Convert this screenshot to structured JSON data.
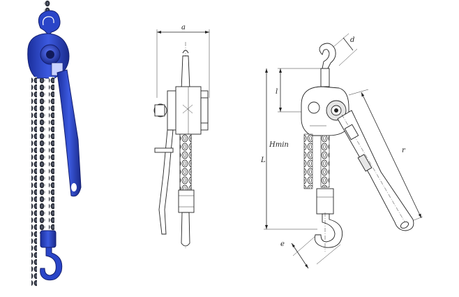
{
  "dimensions": {
    "a": "a",
    "d": "d",
    "l": "l",
    "L": "L",
    "Hmin": "Hmin",
    "r": "r",
    "e": "e"
  },
  "colors": {
    "hoist_blue": "#2a45c8",
    "chain_dark": "#2b2f3a"
  }
}
